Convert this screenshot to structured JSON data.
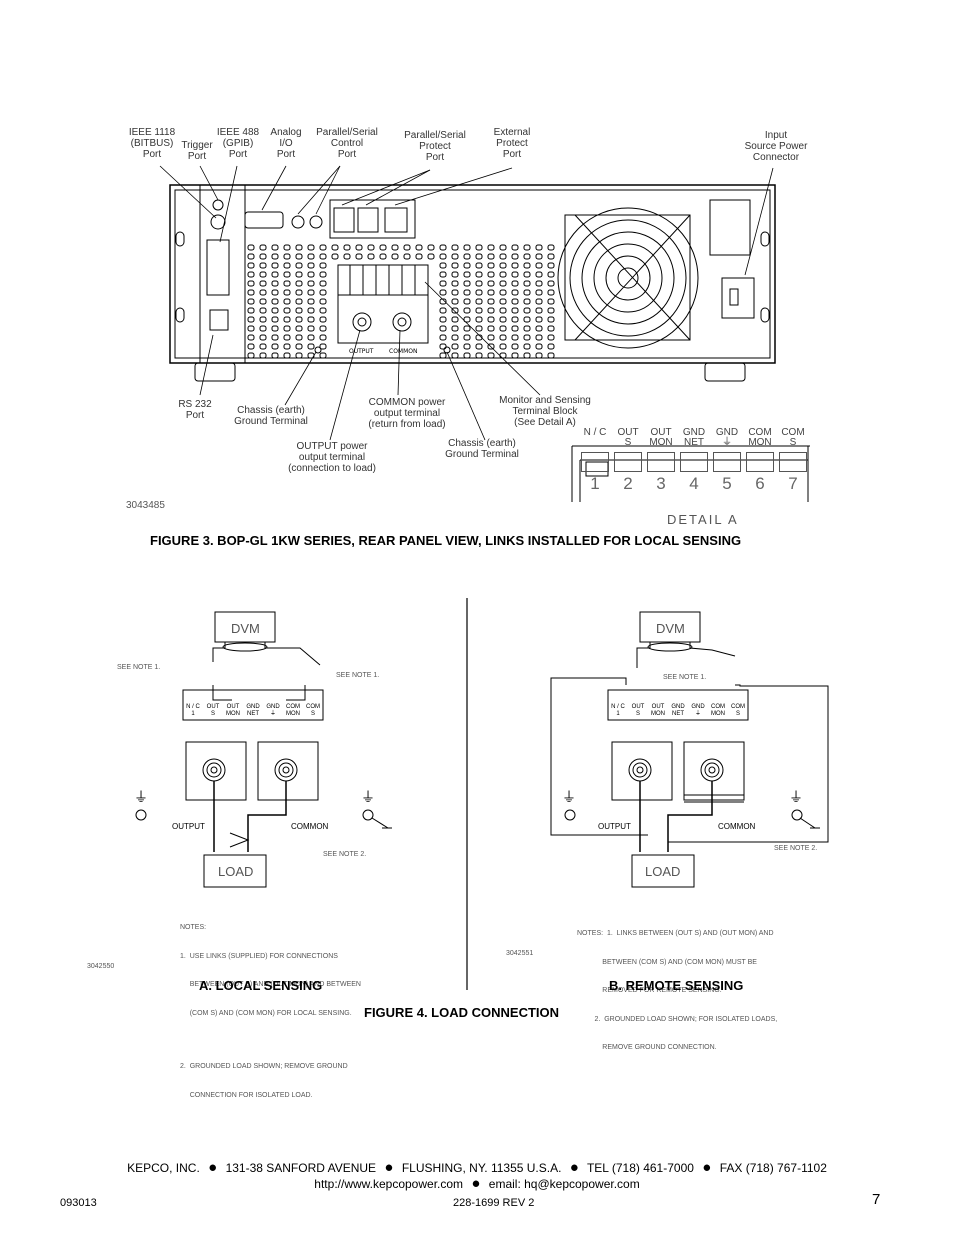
{
  "figure3": {
    "caption": "FIGURE 3.  BOP-GL 1KW SERIES, REAR PANEL VIEW, LINKS INSTALLED FOR LOCAL SENSING",
    "drawing_number": "3043485",
    "labels": {
      "ieee1118": [
        "IEEE 1118",
        "(BITBUS)",
        "Port"
      ],
      "trigger": [
        "Trigger",
        "Port"
      ],
      "ieee488": [
        "IEEE 488",
        "(GPIB)",
        "Port"
      ],
      "analog": [
        "Analog",
        "I/O",
        "Port"
      ],
      "ps_control": [
        "Parallel/Serial",
        "Control",
        "Port"
      ],
      "ps_protect": [
        "Parallel/Serial",
        "Protect",
        "Port"
      ],
      "ext_protect": [
        "External",
        "Protect",
        "Port"
      ],
      "input_power": [
        "Input",
        "Source Power",
        "Connector"
      ],
      "rs232": [
        "RS 232",
        "Port"
      ],
      "chassis1": [
        "Chassis (earth)",
        "Ground Terminal"
      ],
      "output_term": [
        "OUTPUT power",
        "output terminal",
        "(connection to load)"
      ],
      "common_term": [
        "COMMON power",
        "output terminal",
        "(return from load)"
      ],
      "chassis2": [
        "Chassis (earth)",
        "Ground Terminal"
      ],
      "monitor": [
        "Monitor and Sensing",
        "Terminal Block",
        "(See Detail A)"
      ],
      "panel_output": "OUTPUT",
      "panel_common": "COMMON"
    },
    "detail": {
      "title": "DETAIL  A",
      "terminals": [
        {
          "name": [
            "N / C"
          ],
          "num": "1"
        },
        {
          "name": [
            "OUT",
            "S"
          ],
          "num": "2"
        },
        {
          "name": [
            "OUT",
            "MON"
          ],
          "num": "3"
        },
        {
          "name": [
            "GND",
            "NET"
          ],
          "num": "4"
        },
        {
          "name": [
            "GND",
            "⏚"
          ],
          "num": "5"
        },
        {
          "name": [
            "COM",
            "MON"
          ],
          "num": "6"
        },
        {
          "name": [
            "COM",
            "S"
          ],
          "num": "7"
        }
      ]
    }
  },
  "figure4": {
    "caption": "FIGURE 4.  LOAD CONNECTION",
    "local": {
      "caption": "A. LOCAL SENSING",
      "drawing_number": "3042550",
      "dvm": "DVM",
      "load": "LOAD",
      "see_note_1": "SEE NOTE 1.",
      "see_note_2": "SEE NOTE 2.",
      "output": "OUTPUT",
      "common": "COMMON",
      "notes": [
        "NOTES:",
        "1.  USE LINKS (SUPPLIED) FOR CONNECTIONS",
        "     BETWEEN (OUT S) AND (OUT MON) AND BETWEEN",
        "     (COM S) AND (COM MON) FOR LOCAL SENSING.",
        "2.  GROUNDED LOAD SHOWN; REMOVE GROUND",
        "     CONNECTION FOR ISOLATED LOAD."
      ]
    },
    "remote": {
      "caption": "B. REMOTE SENSING",
      "drawing_number": "3042551",
      "dvm": "DVM",
      "load": "LOAD",
      "see_note_1": "SEE NOTE 1.",
      "see_note_2": "SEE NOTE 2.",
      "output": "OUTPUT",
      "common": "COMMON",
      "notes": [
        "NOTES:  1.  LINKS BETWEEN (OUT S) AND (OUT MON) AND",
        "             BETWEEN (COM S) AND (COM MON) MUST BE",
        "             REMOVED FOR REMOTE SENSING.",
        "         2.  GROUNDED LOAD SHOWN; FOR ISOLATED LOADS,",
        "             REMOVE GROUND CONNECTION."
      ]
    },
    "tb_labels": [
      [
        "N / C",
        "1"
      ],
      [
        "OUT",
        "S"
      ],
      [
        "OUT",
        "MON"
      ],
      [
        "GND",
        "NET"
      ],
      [
        "GND",
        "⏚"
      ],
      [
        "COM",
        "MON"
      ],
      [
        "COM",
        "S"
      ]
    ]
  },
  "footer": {
    "company": "KEPCO, INC.",
    "address": "131-38 SANFORD AVENUE",
    "city": "FLUSHING, NY. 11355 U.S.A.",
    "tel": "TEL (718) 461-7000",
    "fax": "FAX (718) 767-1102",
    "web": "http://www.kepcopower.com",
    "email": "email: hq@kepcopower.com",
    "doc_date": "093013",
    "doc_number": "228-1699 REV 2",
    "page": "7"
  }
}
